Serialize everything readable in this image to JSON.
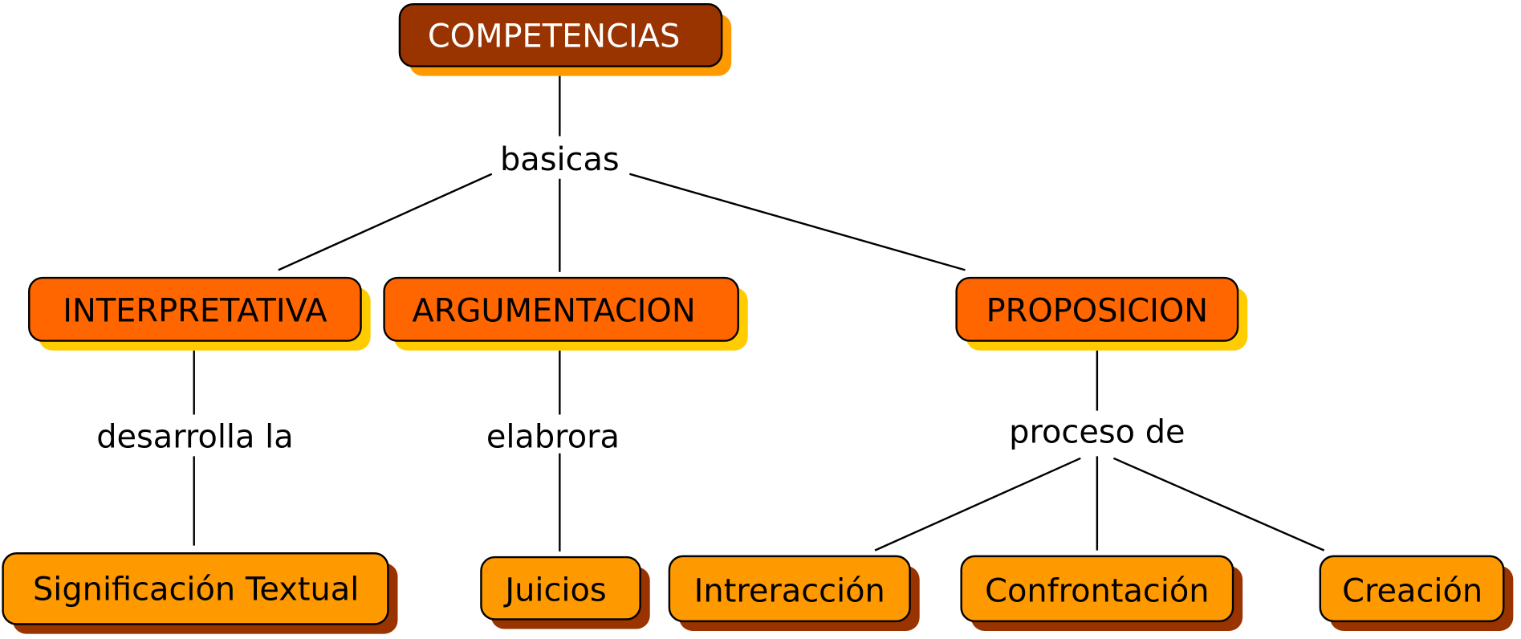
{
  "colors": {
    "root_fill": "#993300",
    "level1_fill": "#FF6600",
    "level2_fill": "#FF9900",
    "root_shadow": "#FF9900",
    "level1_shadow": "#FFCC00",
    "level2_shadow": "#993300"
  },
  "concepts": {
    "root": "COMPETENCIAS",
    "interpretativa": "INTERPRETATIVA",
    "argumentacion": "ARGUMENTACION",
    "proposicion": "PROPOSICION",
    "significacion": "Significación Textual",
    "juicios": "Juicios",
    "intreraccion": "Intreracción",
    "confrontacion": "Confrontación",
    "creacion": "Creación"
  },
  "linking_phrases": {
    "basicas": "basicas",
    "desarrolla": "desarrolla la",
    "elabrora": "elabrora",
    "proceso": "proceso de"
  }
}
